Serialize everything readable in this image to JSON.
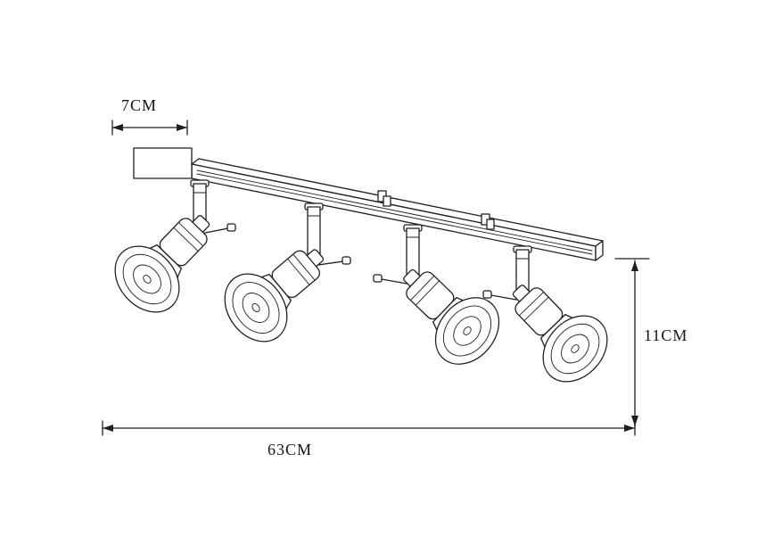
{
  "page": {
    "background": "#ffffff"
  },
  "diagram": {
    "type": "technical line drawing",
    "subject": "ceiling spotlight track bar with four adjustable spot heads",
    "line_color": "#1f1f1f",
    "spot_count": 4,
    "dimensions": {
      "canopy_width": {
        "label": "7CM",
        "orientation": "horizontal",
        "measures": "end canopy width"
      },
      "height": {
        "label": "11CM",
        "orientation": "vertical",
        "measures": "drop height of fixture"
      },
      "length": {
        "label": "63CM",
        "orientation": "horizontal",
        "measures": "overall bar length"
      }
    }
  }
}
